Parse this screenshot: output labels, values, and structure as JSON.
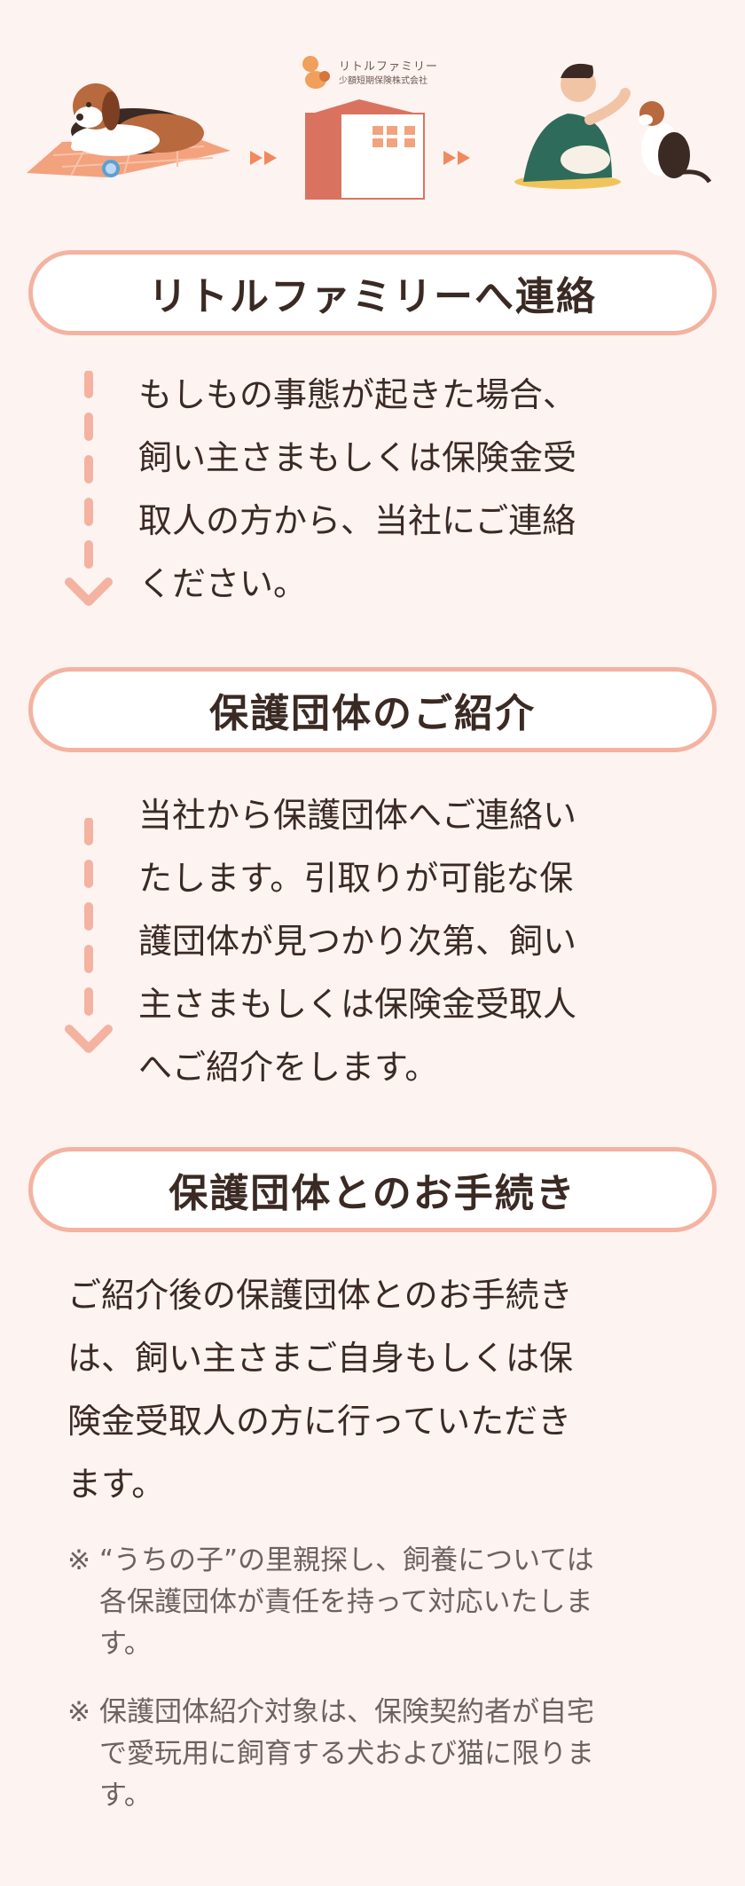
{
  "logo": {
    "name": "リトルファミリー",
    "sub": "少額短期保険株式会社"
  },
  "colors": {
    "background": "#fdf3f1",
    "pill_border": "#f4b3a1",
    "accent": "#f08a5d",
    "text": "#3b2a24",
    "note_text": "#6d6260"
  },
  "steps": [
    {
      "title": "リトルファミリーへ連絡",
      "lines": [
        "もしもの事態が起きた場合、",
        "飼い主さまもしくは保険金受",
        "取人の方から、当社にご連絡",
        "ください。"
      ]
    },
    {
      "title": "保護団体のご紹介",
      "lines": [
        "当社から保護団体へご連絡い",
        "たします。引取りが可能な保",
        "護団体が見つかり次第、飼い",
        "主さまもしくは保険金受取人",
        "へご紹介をします。"
      ]
    },
    {
      "title": "保護団体とのお手続き",
      "lines": [
        "ご紹介後の保護団体とのお手続き",
        "は、飼い主さまご自身もしくは保",
        "険金受取人の方に行っていただき",
        "ます。"
      ]
    }
  ],
  "notes": [
    {
      "mark": "※",
      "lines": [
        "“うちの子”の里親探し、飼養については",
        "各保護団体が責任を持って対応いたしま",
        "す。"
      ]
    },
    {
      "mark": "※",
      "lines": [
        "保護団体紹介対象は、保険契約者が自宅",
        "で愛玩用に飼育する犬および猫に限りま",
        "す。"
      ]
    }
  ]
}
